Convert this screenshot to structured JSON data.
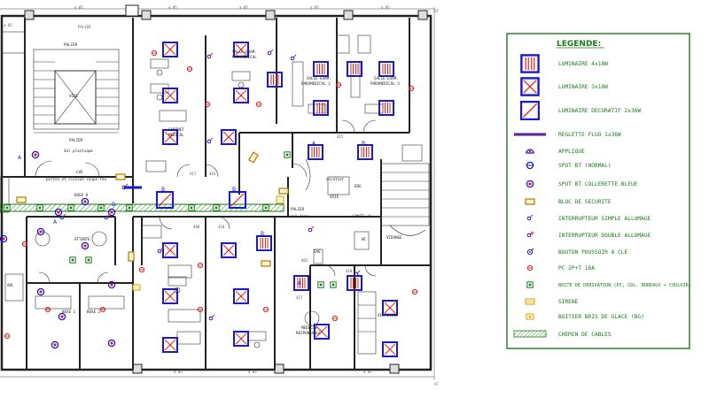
{
  "legend": {
    "title": "LEGENDE:",
    "items": [
      {
        "label": "LUMINAIRE 4x18W"
      },
      {
        "label": "LUMINAIRE 3x18W"
      },
      {
        "label": "LUMINAIRE DECORATIF 2x36W"
      },
      {
        "label": "REGLETTE FLUO 1x36W"
      },
      {
        "label": "APPLIQUE"
      },
      {
        "label": "SPOT BT (NORMAL)"
      },
      {
        "label": "SPOT BT COLLERETTE BLEUE"
      },
      {
        "label": "BLOC DE SECURITE"
      },
      {
        "label": "INTERRUPTEUR SIMPLE ALLUMAGE"
      },
      {
        "label": "INTERRUPTEUR DOUBLE ALLUMAGE"
      },
      {
        "label": "BOUTON POUSSOIR A CLE"
      },
      {
        "label": "PC 2P+T 16A"
      },
      {
        "label": "BOITE DE DERIVATION (PC, CDL, BUREAUX + COULOIR)"
      },
      {
        "label": "SIRENE"
      },
      {
        "label": "BOITIER BRIS DE GLACE (BG)"
      },
      {
        "label": "CHEMIN DE CABLES"
      }
    ]
  },
  "rooms": {
    "palier_top": "PALIER",
    "palier_mid": "PALIER",
    "palier_mid_sub": "Sol plastique",
    "vide": "VIDE",
    "cve": "CVE",
    "cve_sub": "portes et cloison coupe-feu",
    "salle_exam_left": "SALLE EXAM.",
    "salle_exam_left_sub": "PARAMEDICAL",
    "salle_exam_mid": "SALLE EXAM.",
    "salle_exam_mid_sub": "PARAMEDICAL 2",
    "salle_exam_right": "SALLE EXAM.",
    "salle_exam_right_sub": "PARAMEDICAL 3",
    "cabinet_medical": "CABINET",
    "cabinet_medical_sub": "MEDICAL",
    "attente": "ATTENTE",
    "adl": "ADL",
    "boxe1": "BOXE 1",
    "boxe2": "BOXE 2",
    "medecin": "MEDECIN",
    "medecin_sub": "RESPONSABLE",
    "vestiaire": "VESTIAIRE",
    "palier_right": "PALIER",
    "palier_right_sub": "sol lino",
    "escalier": "escalier",
    "voie": "VOIE",
    "edg": "EDG",
    "vidange": "VIDANGE",
    "sas": "SAS",
    "sanit": "SANIT. H",
    "wc": "WC",
    "edge_tag": "EDGE 8"
  }
}
